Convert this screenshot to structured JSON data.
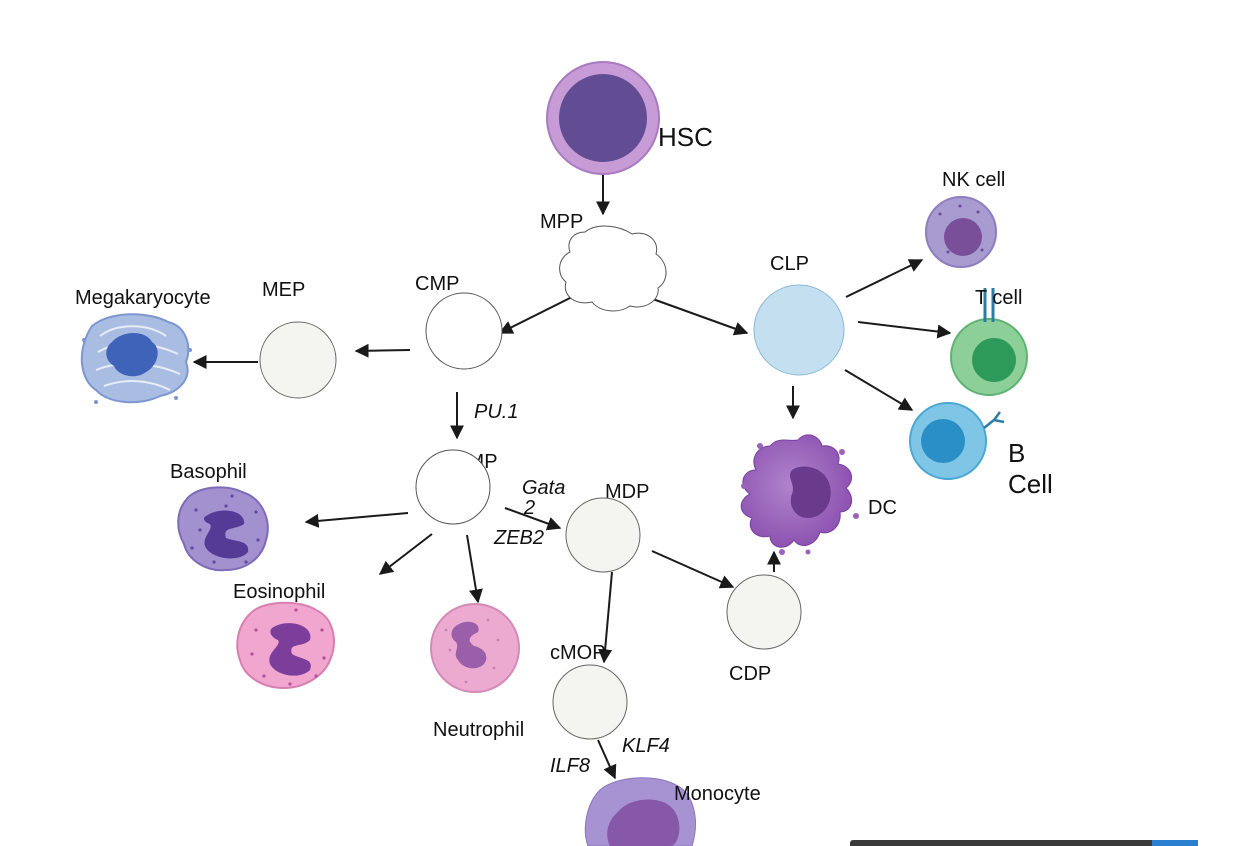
{
  "labels": {
    "hsc": "HSC",
    "mpp": "MPP",
    "cmp": "CMP",
    "clp": "CLP",
    "mep": "MEP",
    "megakaryocyte": "Megakaryocyte",
    "gmp": "GMP",
    "basophil": "Basophil",
    "eosinophil": "Eosinophil",
    "neutrophil": "Neutrophil",
    "mdp": "MDP",
    "cmop": "cMOP",
    "cdp": "CDP",
    "monocyte": "Monocyte",
    "dc": "DC",
    "nk_cell": "NK cell",
    "t_cell": "T cell",
    "b_cell_line1": "B",
    "b_cell_line2": "Cell"
  },
  "genes": {
    "pu1": "PU.1",
    "gata_line1": "Gata",
    "gata_line2": "2",
    "zeb2": "ZEB2",
    "ilf8": "ILF8",
    "klf4": "KLF4"
  },
  "colors": {
    "hsc_outer": "#c79bd6",
    "hsc_inner": "#624c94",
    "progenitor_fill": "#f4f4f1",
    "clp_fill": "#c4dff0",
    "nk_outer": "#a89bd0",
    "nk_inner": "#7a4f9a",
    "t_outer": "#8ccf98",
    "t_inner": "#2e9a5a",
    "b_outer": "#7fc6e6",
    "b_inner": "#2a8fc7",
    "dc_fill": "#9b63b8",
    "megakaryocyte": "#8aa3d6",
    "basophil": "#a08fcc",
    "eosinophil": "#ee9bc6",
    "neutrophil": "#e8a3c8",
    "monocyte": "#a98fcc"
  }
}
